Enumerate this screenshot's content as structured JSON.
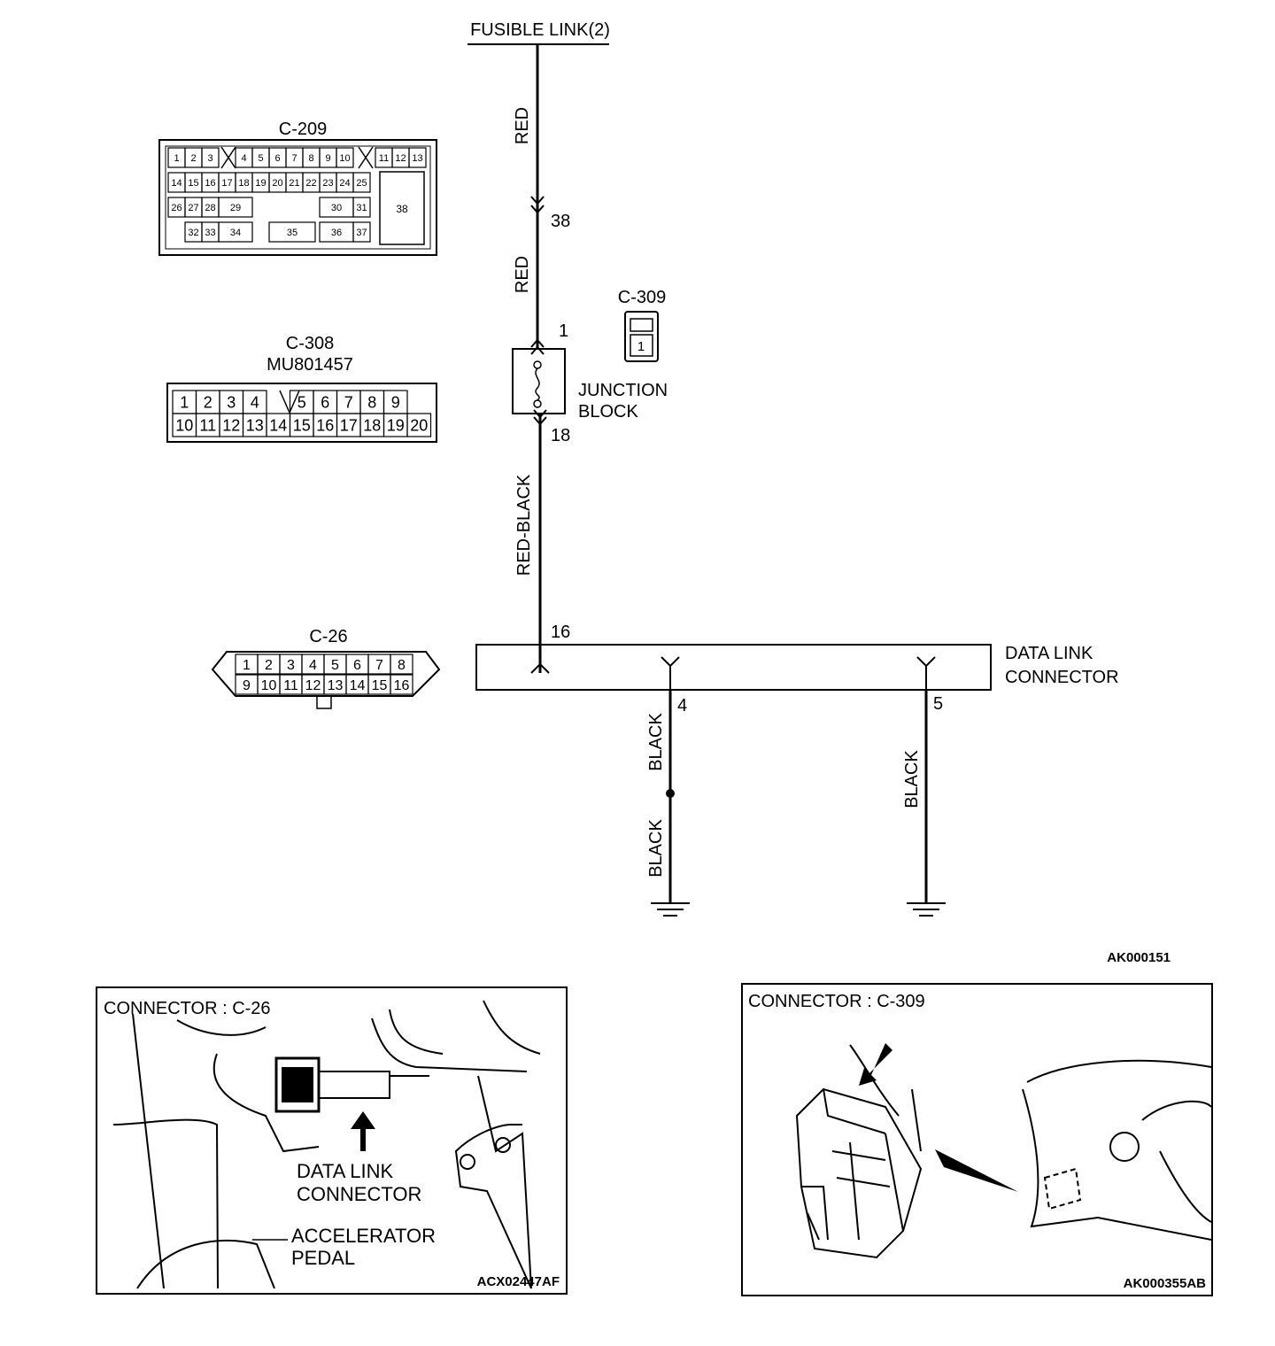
{
  "schematic": {
    "fusible_link": "FUSIBLE LINK(2)",
    "wires": {
      "top_red": "RED",
      "mid_red": "RED",
      "red_black": "RED-BLACK",
      "black_4_upper": "BLACK",
      "black_4_lower": "BLACK",
      "black_5": "BLACK"
    },
    "pins": {
      "p38": "38",
      "p1": "1",
      "p18": "18",
      "p16": "16",
      "p4": "4",
      "p5": "5"
    },
    "junction_block": {
      "line1": "JUNCTION",
      "line2": "BLOCK"
    },
    "data_link_connector": {
      "line1": "DATA LINK",
      "line2": "CONNECTOR"
    },
    "figure_code": "AK000151"
  },
  "connectors": {
    "c209": {
      "name": "C-209",
      "row1": [
        "1",
        "2",
        "3",
        "4",
        "5",
        "6",
        "7",
        "8",
        "9",
        "10",
        "11",
        "12",
        "13"
      ],
      "row2": [
        "14",
        "15",
        "16",
        "17",
        "18",
        "19",
        "20",
        "21",
        "22",
        "23",
        "24",
        "25"
      ],
      "row3": [
        "26",
        "27",
        "28",
        "29",
        "30",
        "31"
      ],
      "row4": [
        "32",
        "33",
        "34",
        "35",
        "36",
        "37"
      ],
      "big": "38"
    },
    "c308": {
      "name": "C-308",
      "part": "MU801457",
      "row1": [
        "1",
        "2",
        "3",
        "4",
        "5",
        "6",
        "7",
        "8",
        "9"
      ],
      "row2": [
        "10",
        "11",
        "12",
        "13",
        "14",
        "15",
        "16",
        "17",
        "18",
        "19",
        "20"
      ]
    },
    "c309": {
      "name": "C-309",
      "pin": "1"
    },
    "c26": {
      "name": "C-26",
      "row1": [
        "1",
        "2",
        "3",
        "4",
        "5",
        "6",
        "7",
        "8"
      ],
      "row2": [
        "9",
        "10",
        "11",
        "12",
        "13",
        "14",
        "15",
        "16"
      ]
    }
  },
  "panel_left": {
    "title": "CONNECTOR : C-26",
    "label1_line1": "DATA LINK",
    "label1_line2": "CONNECTOR",
    "label2_line1": "ACCELERATOR",
    "label2_line2": "PEDAL",
    "code": "ACX02447AF"
  },
  "panel_right": {
    "title": "CONNECTOR : C-309",
    "code": "AK000355AB"
  }
}
